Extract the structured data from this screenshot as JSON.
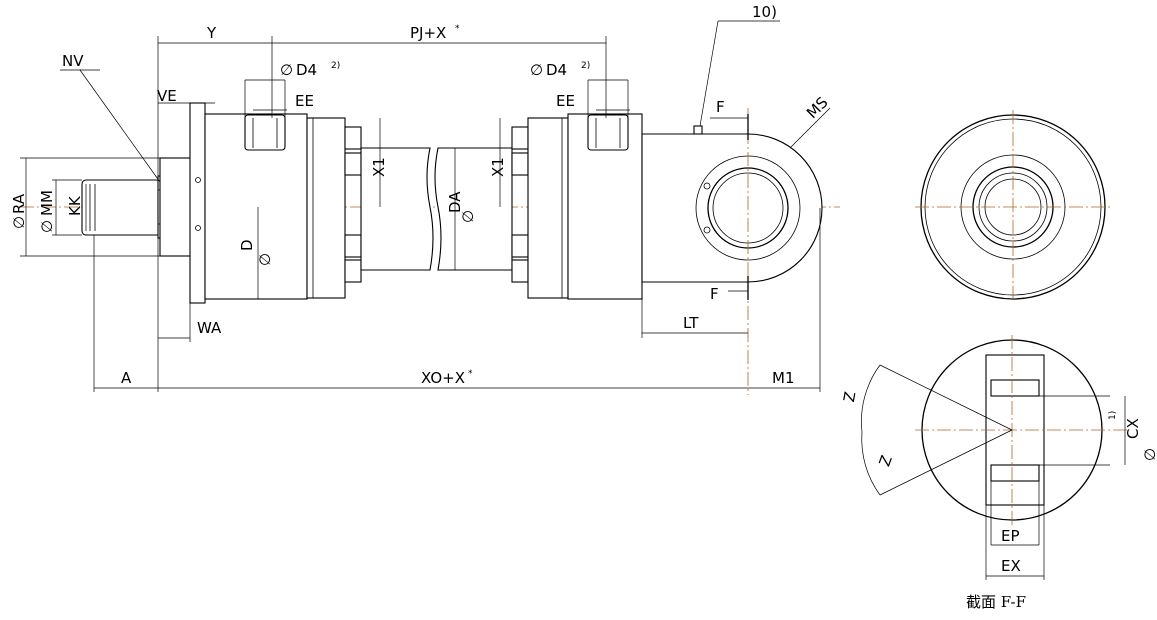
{
  "drawing": {
    "labels": {
      "Y": "Y",
      "PJ": "PJ+X",
      "NV": "NV",
      "VE": "VE",
      "D4a": "D4",
      "D4b": "D4",
      "EEa": "EE",
      "EEb": "EE",
      "note": "10)",
      "F_top": "F",
      "F_bot": "F",
      "MS": "MS",
      "X1a": "X1",
      "X1b": "X1",
      "DA": "DA",
      "D": "D",
      "RA": "RA",
      "MM": "MM",
      "KK": "KK",
      "WA": "WA",
      "LT": "LT",
      "A": "A",
      "XO": "XO+X",
      "M1": "M1",
      "Z_top": "Z",
      "Z_bot": "Z",
      "CX": "CX",
      "EP": "EP",
      "EX": "EX",
      "section": "截面  F-F"
    },
    "superscripts": {
      "D4": "2)",
      "CX": "1)",
      "star": "*"
    },
    "symbols": {
      "diameter": "∅"
    }
  }
}
